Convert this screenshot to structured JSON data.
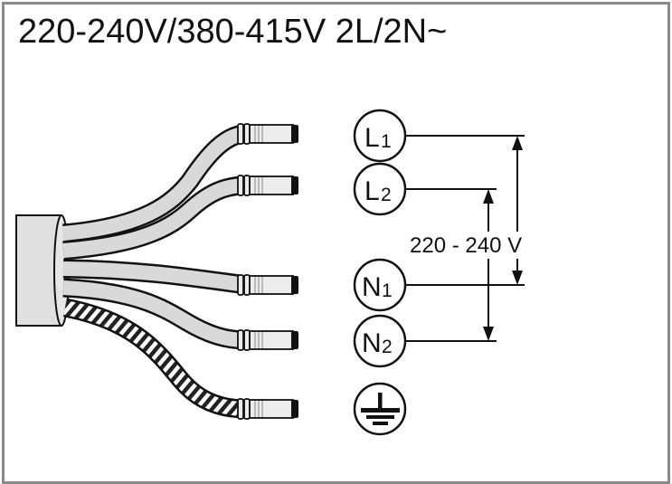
{
  "title": "220-240V/380-415V 2L/2N~",
  "terminals": [
    {
      "id": "L1",
      "letter": "L",
      "sub": "1"
    },
    {
      "id": "L2",
      "letter": "L",
      "sub": "2"
    },
    {
      "id": "N1",
      "letter": "N",
      "sub": "1"
    },
    {
      "id": "N2",
      "letter": "N",
      "sub": "2"
    }
  ],
  "ground_icon": "ground-icon",
  "voltage_label": "220 - 240 V",
  "colors": {
    "frame": "#8a8a8a",
    "wire_fill": "#d9d9d9",
    "wire_outline": "#111111",
    "ground_stripe": "#222222",
    "line": "#111111"
  }
}
